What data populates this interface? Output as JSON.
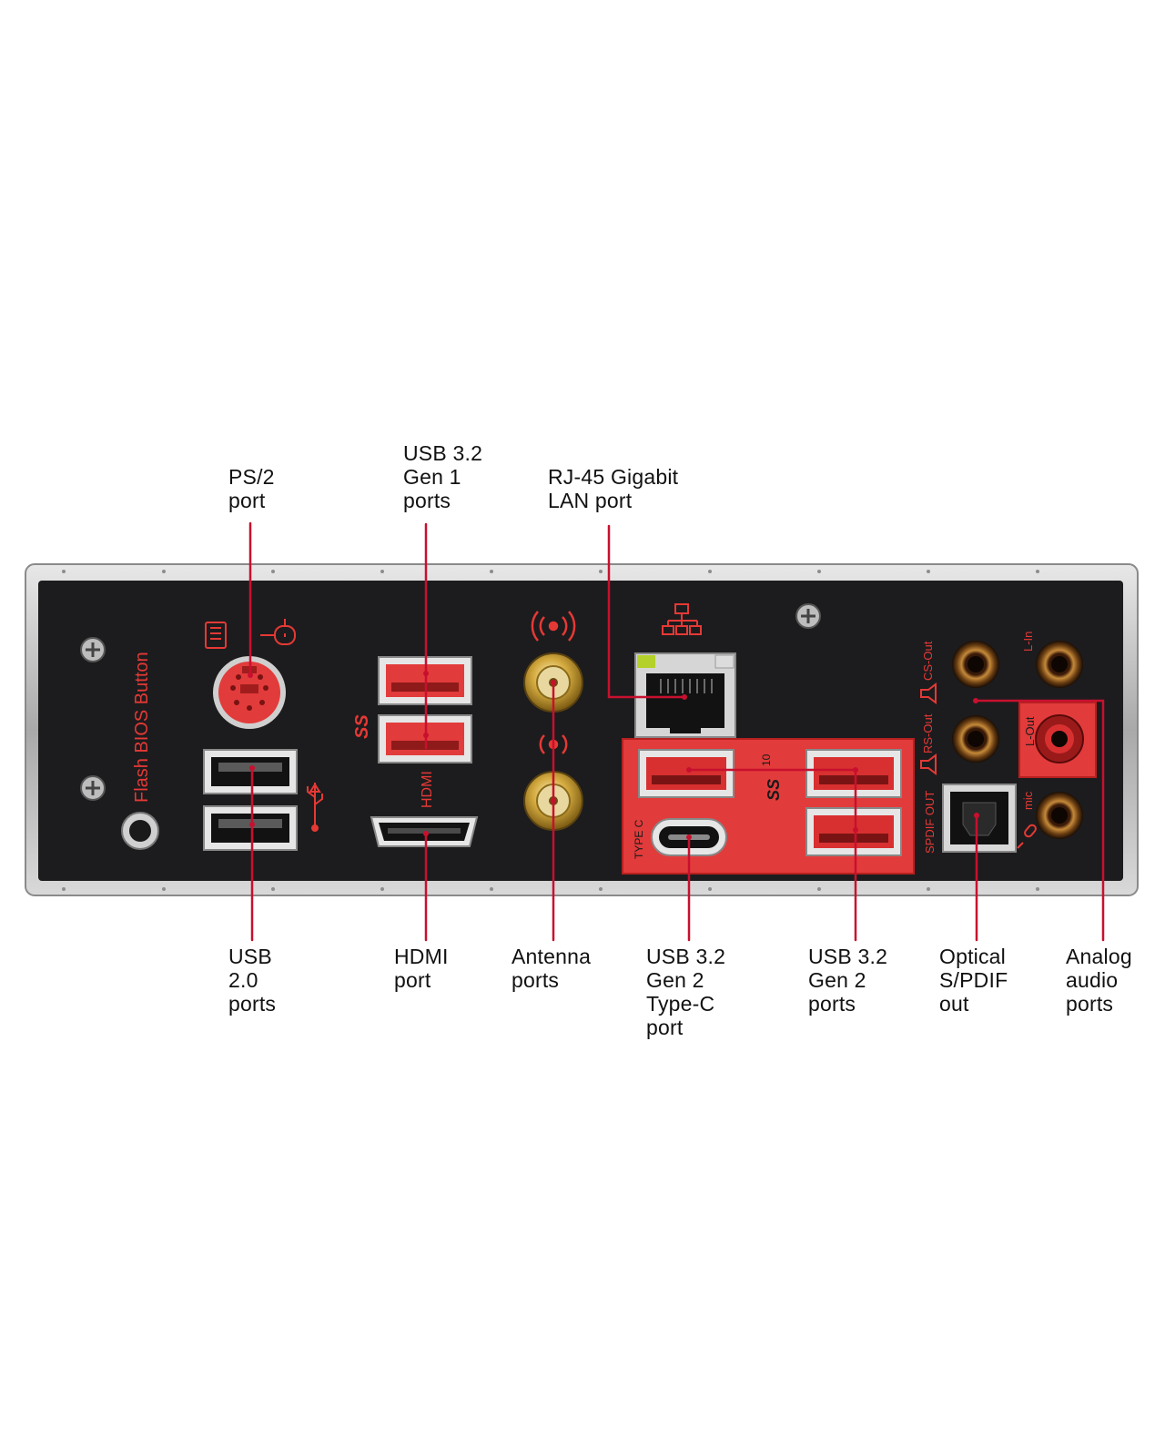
{
  "colors": {
    "background": "#ffffff",
    "plate": "#1c1c1e",
    "frame": "#c9c9c9",
    "accent_red": "#e23b3b",
    "leader_line": "#c8102e",
    "gold": "#c9a23a"
  },
  "panel_labels": {
    "flash_bios": "Flash BIOS Button",
    "hdmi": "HDMI",
    "type_c": "TYPE C",
    "spdif_out": "SPDIF OUT",
    "cs_out": "CS-Out",
    "rs_out": "RS-Out",
    "l_in": "L-In",
    "l_out": "L-Out",
    "mic": "mic",
    "ss": "SS",
    "ss10": "10"
  },
  "callouts": {
    "ps2": "PS/2\nport",
    "usb32_gen1": "USB 3.2\nGen 1\nports",
    "rj45": "RJ-45 Gigabit\nLAN port",
    "usb20": "USB\n2.0\nports",
    "hdmi": "HDMI\nport",
    "antenna": "Antenna\nports",
    "usb32_gen2_typec": "USB 3.2\nGen 2\nType-C\nport",
    "usb32_gen2": "USB 3.2\nGen 2\nports",
    "optical": "Optical\nS/PDIF\nout",
    "analog_audio": "Analog\naudio\nports"
  }
}
